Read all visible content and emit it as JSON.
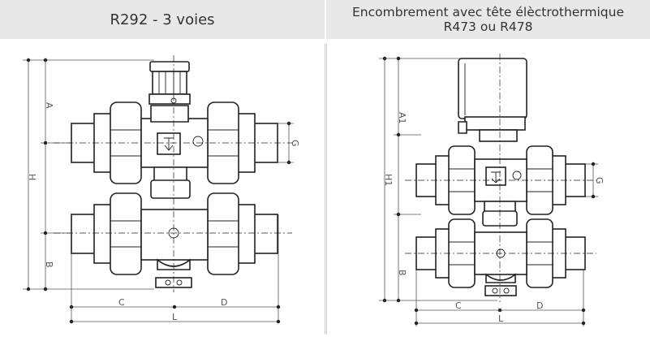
{
  "headers": {
    "left_title": "R292 - 3 voies",
    "right_title_line1": "Encombrement avec tête  élèctrothermique",
    "right_title_line2": "R473 ou R478"
  },
  "left_drawing": {
    "dimension_labels": {
      "A": "A",
      "H": "H",
      "B": "B",
      "G": "G",
      "C": "C",
      "D": "D",
      "L": "L"
    }
  },
  "right_drawing": {
    "dimension_labels": {
      "A1": "A1",
      "H1": "H1",
      "B": "B",
      "G": "G",
      "C": "C",
      "D": "D",
      "L": "L"
    }
  }
}
